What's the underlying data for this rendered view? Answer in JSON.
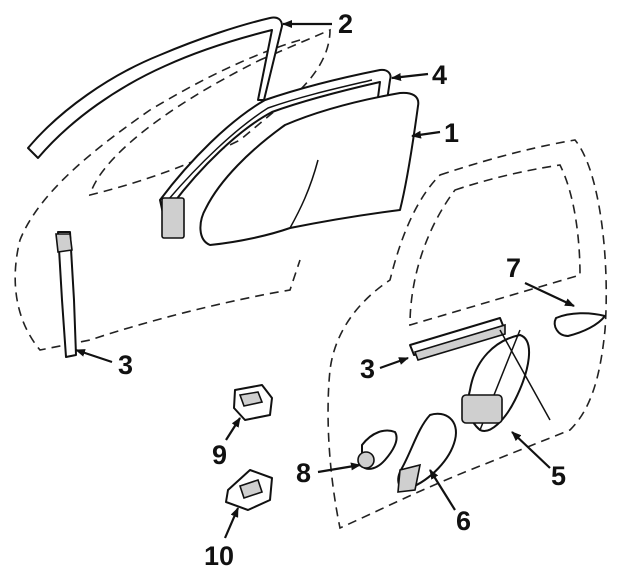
{
  "callouts": {
    "c1": "1",
    "c2": "2",
    "c3_upper": "3",
    "c3_lower": "3",
    "c4": "4",
    "c5": "5",
    "c6": "6",
    "c7": "7",
    "c8": "8",
    "c9": "9",
    "c10": "10"
  }
}
